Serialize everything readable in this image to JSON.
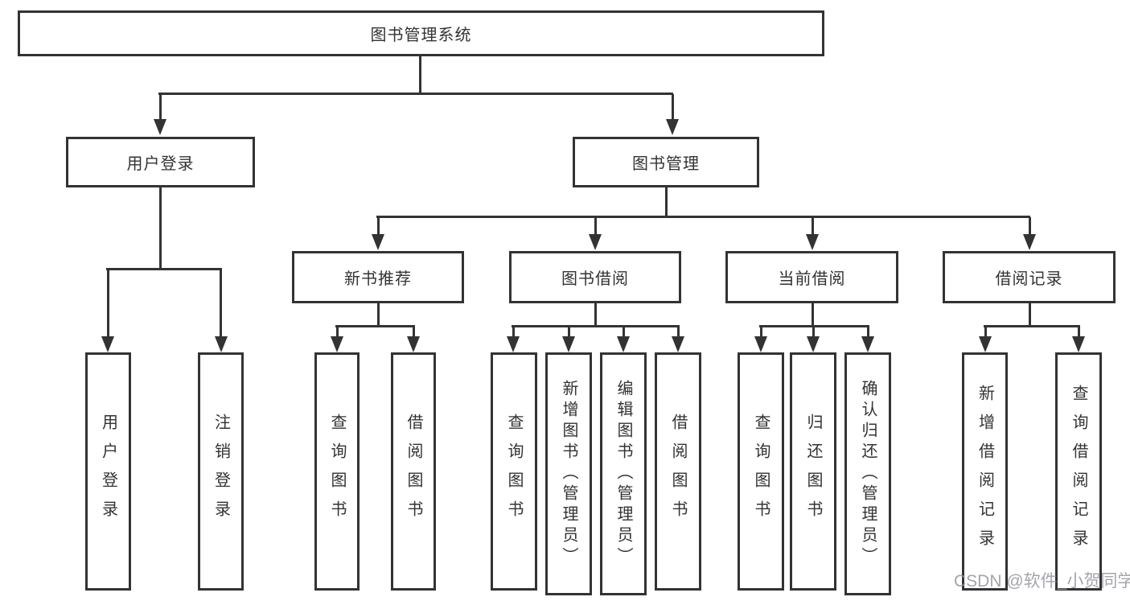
{
  "tree": {
    "label": "图书管理系统",
    "children": [
      {
        "label": "用户登录",
        "children": [
          {
            "label": "用户登录"
          },
          {
            "label": "注销登录"
          }
        ]
      },
      {
        "label": "图书管理",
        "children": [
          {
            "label": "新书推荐",
            "children": [
              {
                "label": "查询图书"
              },
              {
                "label": "借阅图书"
              }
            ]
          },
          {
            "label": "图书借阅",
            "children": [
              {
                "label": "查询图书"
              },
              {
                "label": "新增图书（管理员）"
              },
              {
                "label": "编辑图书（管理员）"
              },
              {
                "label": "借阅图书"
              }
            ]
          },
          {
            "label": "当前借阅",
            "children": [
              {
                "label": "查询图书"
              },
              {
                "label": "归还图书"
              },
              {
                "label": "确认归还（管理员）"
              }
            ]
          },
          {
            "label": "借阅记录",
            "children": [
              {
                "label": "新增借阅记录"
              },
              {
                "label": "查询借阅记录"
              }
            ]
          }
        ]
      }
    ]
  },
  "watermark": {
    "text": "CSDN @软件_小贺同学"
  },
  "colors": {
    "line": "#333333",
    "text": "#333333",
    "background": "#ffffff",
    "watermark": "#9494a0"
  }
}
